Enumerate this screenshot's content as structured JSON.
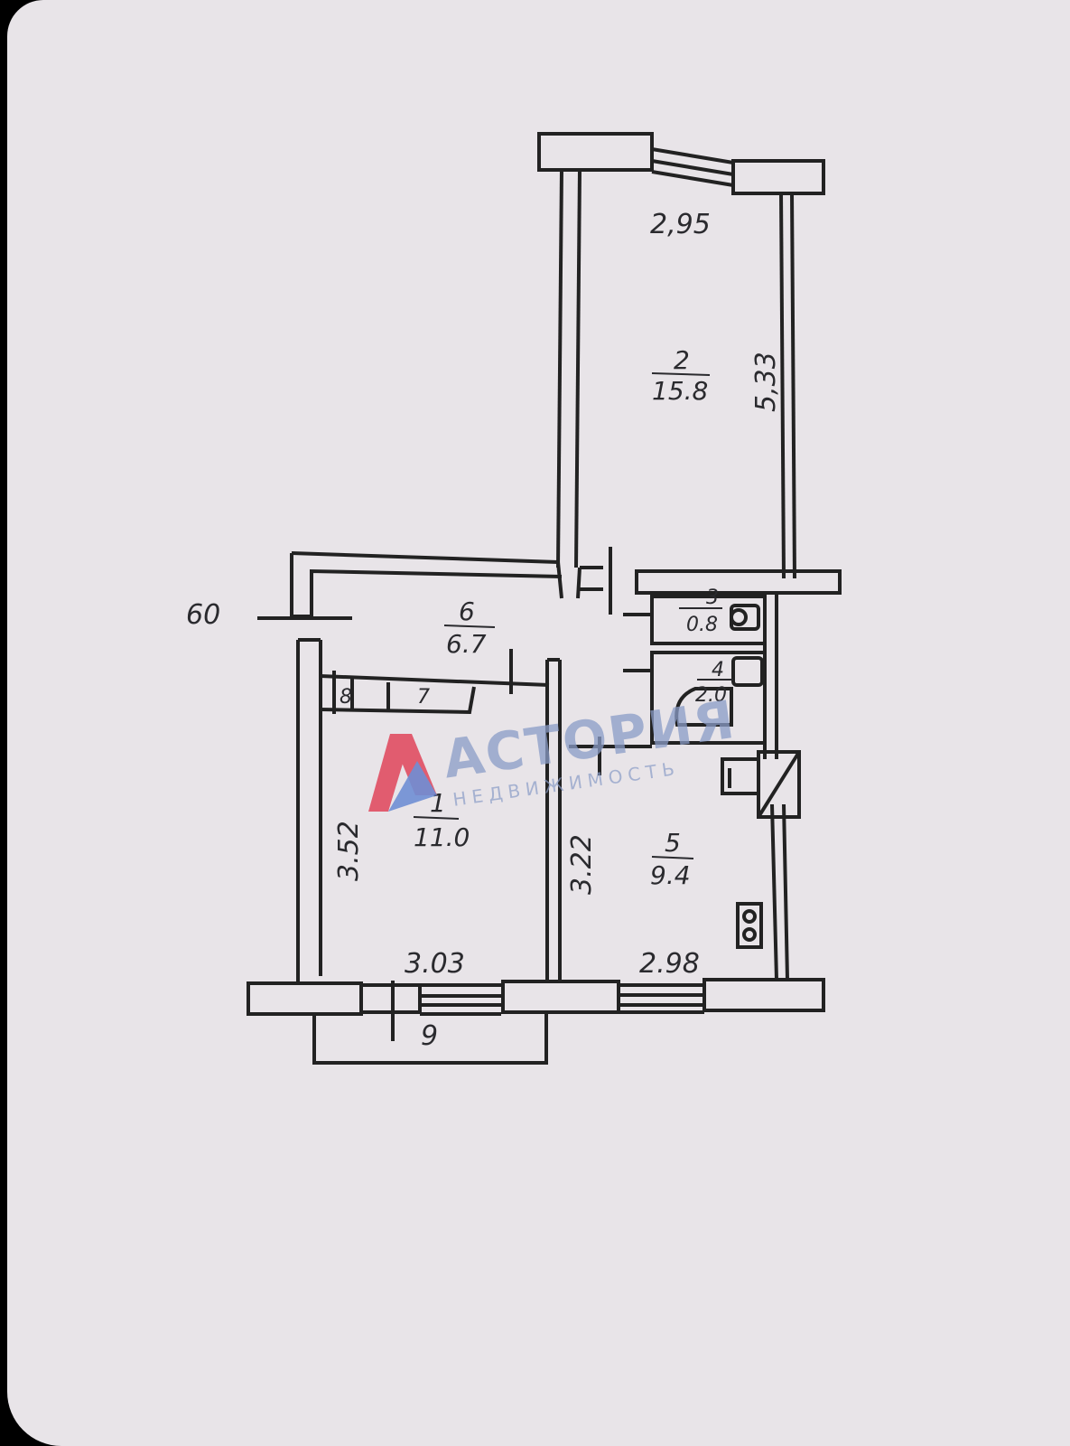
{
  "plan": {
    "rooms": [
      {
        "id": "room-2",
        "number": "2",
        "area": "15.8",
        "width": "2,95",
        "length": "5,33"
      },
      {
        "id": "room-6",
        "number": "6",
        "area": "6.7"
      },
      {
        "id": "room-3",
        "number": "3",
        "area": "0.8"
      },
      {
        "id": "room-4",
        "number": "4",
        "area": "2.0"
      },
      {
        "id": "room-1",
        "number": "1",
        "area": "11.0",
        "width": "3.03",
        "length": "3.52"
      },
      {
        "id": "room-5",
        "number": "5",
        "area": "9.4",
        "width": "2.98",
        "length": "3.22"
      },
      {
        "id": "room-7",
        "number": "7"
      },
      {
        "id": "room-8",
        "number": "8"
      },
      {
        "id": "room-9",
        "number": "9"
      }
    ],
    "marker": "60"
  },
  "watermark": {
    "title": "АСТОРИЯ",
    "subtitle": "НЕДВИЖИМОСТЬ",
    "colors": {
      "logo_red": "#e0455a",
      "logo_blue": "#5a7fd0",
      "text": "#8a9cc7"
    }
  }
}
